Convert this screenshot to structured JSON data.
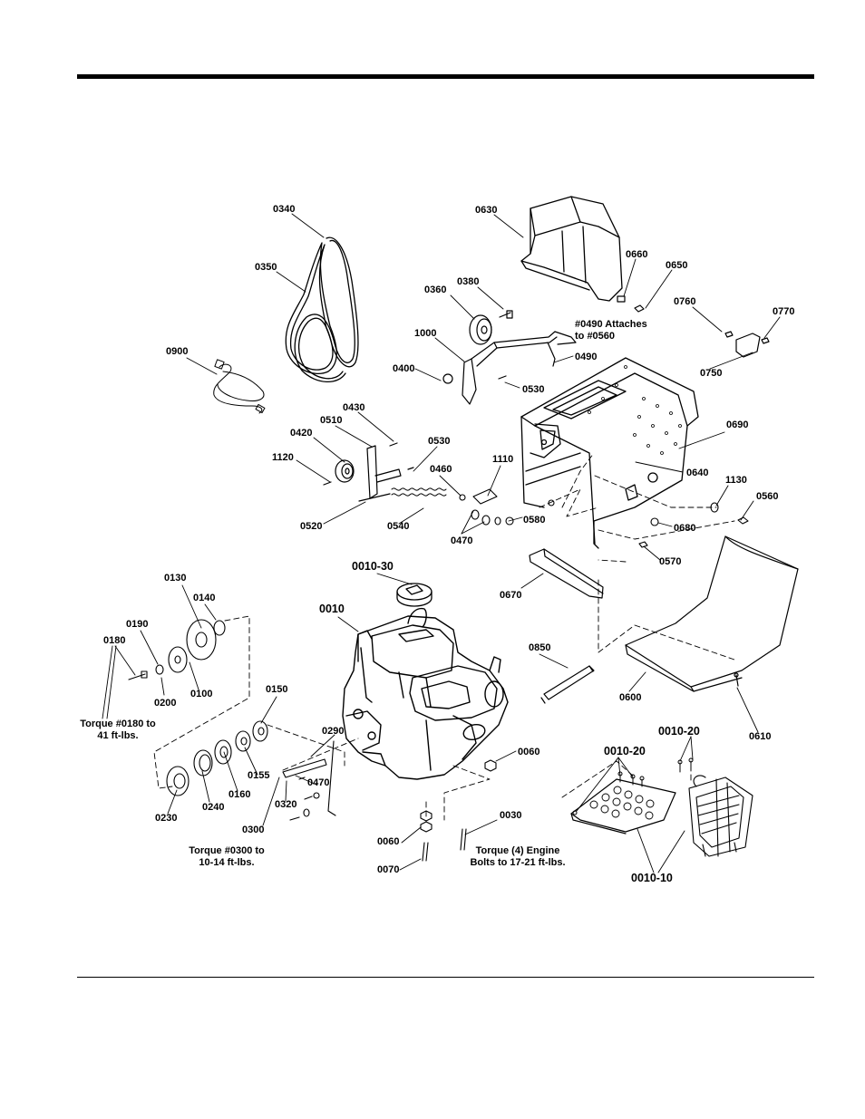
{
  "labels": {
    "p0340": "0340",
    "p0350": "0350",
    "p0630": "0630",
    "p0660": "0660",
    "p0650": "0650",
    "p0380": "0380",
    "p0360": "0360",
    "p0760": "0760",
    "p0770": "0770",
    "p0900": "0900",
    "p1000": "1000",
    "p0490": "0490",
    "p0400": "0400",
    "p0530a": "0530",
    "p0750": "0750",
    "p0430": "0430",
    "p0510": "0510",
    "p0420": "0420",
    "p0530b": "0530",
    "p0690": "0690",
    "p1120": "1120",
    "p1110": "1110",
    "p0460": "0460",
    "p0640": "0640",
    "p1130": "1130",
    "p0560": "0560",
    "p0520": "0520",
    "p0540": "0540",
    "p0580": "0580",
    "p0470a": "0470",
    "p0680": "0680",
    "p0570": "0570",
    "p0010_30": "0010-30",
    "p0130": "0130",
    "p0670": "0670",
    "p0140": "0140",
    "p0010": "0010",
    "p0190": "0190",
    "p0180": "0180",
    "p0850": "0850",
    "p0200": "0200",
    "p0100": "0100",
    "p0600": "0600",
    "p0610": "0610",
    "p0150": "0150",
    "p0010_20a": "0010-20",
    "p0010_20b": "0010-20",
    "p0290": "0290",
    "p0060a": "0060",
    "p0155": "0155",
    "p0470b": "0470",
    "p0240": "0240",
    "p0160": "0160",
    "p0320": "0320",
    "p0230": "0230",
    "p0300": "0300",
    "p0030": "0030",
    "p0060b": "0060",
    "p0070": "0070",
    "p0010_10": "0010-10"
  },
  "notes": {
    "attach_line1": "#0490 Attaches",
    "attach_line2": "to #0560",
    "torque180_line1": "Torque #0180 to",
    "torque180_line2": "41 ft-lbs.",
    "torque300_line1": "Torque #0300 to",
    "torque300_line2": "10-14 ft-lbs.",
    "engine_line1": "Torque (4) Engine",
    "engine_line2": "Bolts to 17-21 ft-lbs."
  }
}
